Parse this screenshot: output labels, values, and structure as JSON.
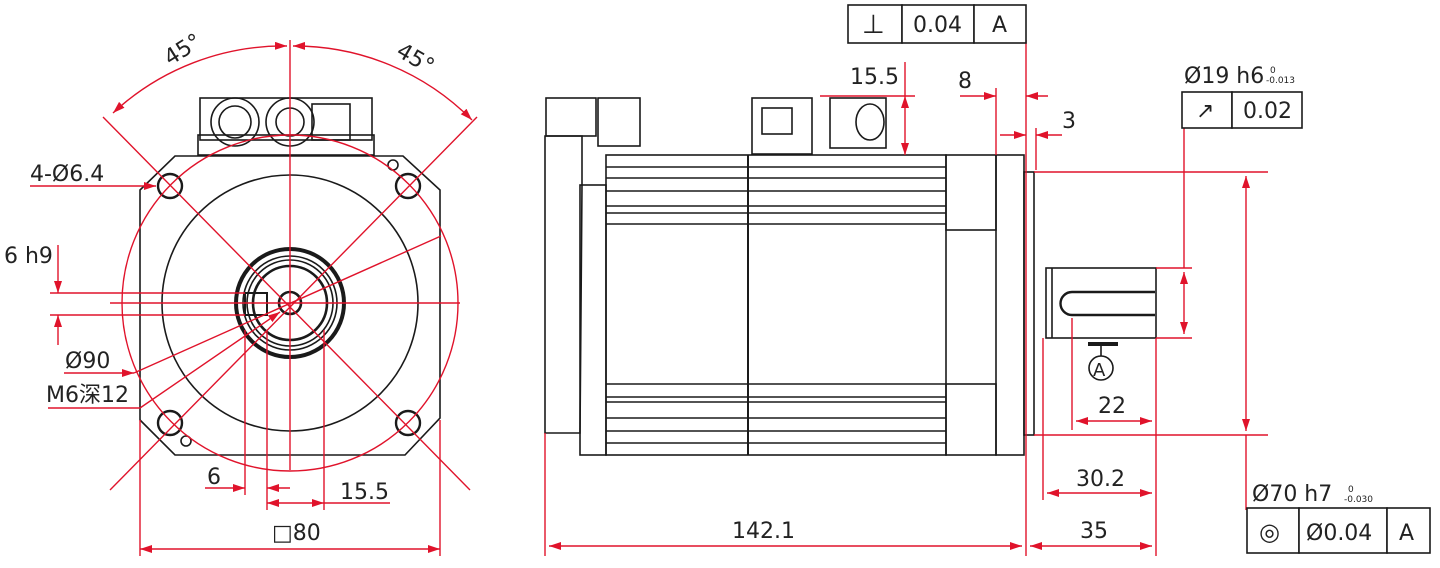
{
  "drawing": {
    "type": "servo motor outline dimension drawing",
    "line_colors": {
      "outline": "#1a1a1a",
      "dimension": "#e0132b"
    },
    "front_view": {
      "angle_left": "45°",
      "angle_right": "45°",
      "mount_holes": "4-Ø6.4",
      "key_width": "6 h9",
      "bolt_circle": "Ø90",
      "center_thread": "M6深12",
      "key_offset": "6",
      "key_height": "15.5",
      "flange_square": "□80"
    },
    "side_view": {
      "connector_height": "15.5",
      "flange_thickness": "8",
      "spigot_length": "3",
      "shaft_diameter": "Ø19 h6",
      "shaft_tol_upper": "0",
      "shaft_tol_lower": "-0.013",
      "key_length": "22",
      "shaft_usable_length": "30.2",
      "shaft_length": "35",
      "body_length": "142.1",
      "spigot_diameter": "Ø70 h7",
      "spigot_tol_upper": "0",
      "spigot_tol_lower": "-0.030",
      "datum": "A"
    },
    "fcf_perpendicularity": {
      "symbol": "⊥",
      "value": "0.04",
      "datum": "A"
    },
    "fcf_runout": {
      "symbol": "↗",
      "value": "0.02"
    },
    "fcf_concentricity": {
      "symbol": "◎",
      "value": "Ø0.04",
      "datum": "A"
    }
  }
}
